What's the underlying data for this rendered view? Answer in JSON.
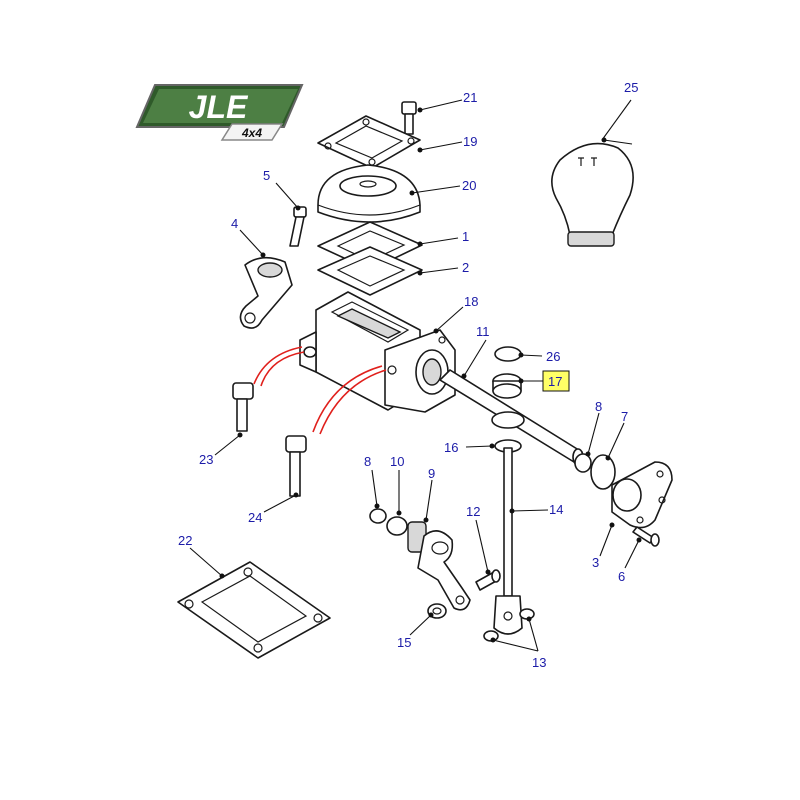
{
  "logo": {
    "brand": "JLE",
    "sub": "4x4"
  },
  "callouts": {
    "c1": "1",
    "c2": "2",
    "c3": "3",
    "c4": "4",
    "c5": "5",
    "c6": "6",
    "c7": "7",
    "c8a": "8",
    "c8b": "8",
    "c9": "9",
    "c10": "10",
    "c11": "11",
    "c12": "12",
    "c13": "13",
    "c14": "14",
    "c15": "15",
    "c16": "16",
    "c17": "17",
    "c18": "18",
    "c19": "19",
    "c20": "20",
    "c21": "21",
    "c22": "22",
    "c23": "23",
    "c24": "24",
    "c25": "25",
    "c26": "26"
  },
  "highlight": {
    "callout": "17",
    "color": "#ffff66"
  },
  "colors": {
    "label": "#1c1ca8",
    "redline": "#e0201c",
    "logo_green": "#3a6b34"
  }
}
